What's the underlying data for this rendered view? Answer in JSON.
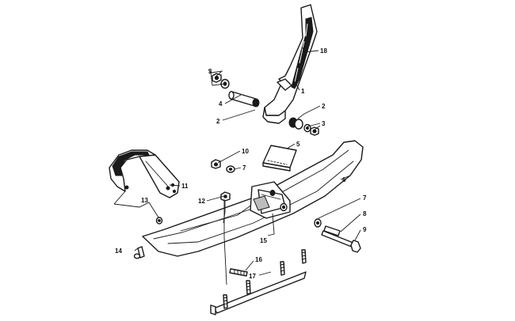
{
  "callouts": {
    "c1": "1",
    "c2a": "2",
    "c2b": "2",
    "c3a": "3",
    "c3b": "3",
    "c4": "4",
    "c5": "5",
    "c6": "6",
    "c7a": "7",
    "c7b": "7",
    "c8": "8",
    "c9": "9",
    "c10": "10",
    "c11": "11",
    "c12": "12",
    "c13": "13",
    "c14": "14",
    "c15": "15",
    "c16": "16",
    "c17": "17",
    "c18": "18"
  }
}
